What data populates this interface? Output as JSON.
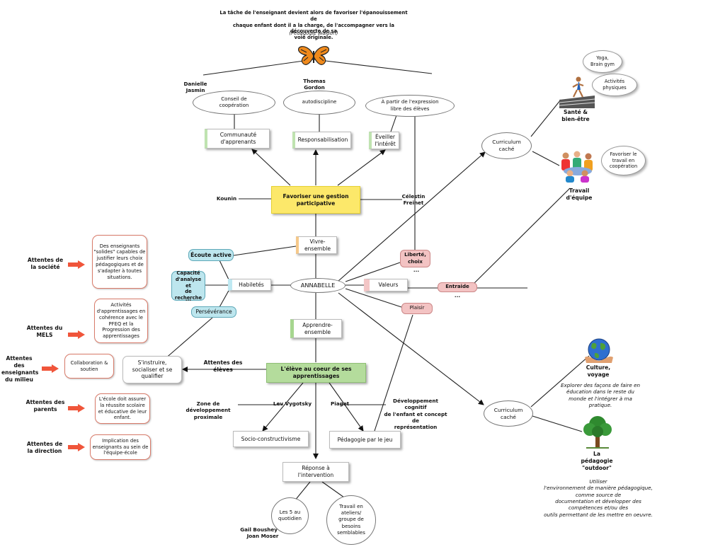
{
  "colors": {
    "arrow_red": "#f0553a",
    "yellow": "#fce86a",
    "green": "#b4dc9c",
    "cyan": "#bde6ee",
    "pink": "#f3c3c3"
  },
  "quote": {
    "text": "La tâche de l'enseignant devient alors de favoriser l'épanouissement de\nchaque enfant dont il a la charge, de l'accompagner vers la découverte de sa\nvoie originale.",
    "source": "(Pédagogie Waldorf)"
  },
  "icons": {
    "butterfly": "butterfly-icon",
    "runner": "runner-icon",
    "team": "team-icon",
    "globe": "globe-icon",
    "tree": "tree-icon"
  },
  "names": {
    "danielle": "Danielle\nJasmin",
    "thomas": "Thomas\nGordon",
    "kounin": "Kounin",
    "celestin": "Célestin\nFreinet",
    "vygotsky": "Lev Vygotsky",
    "piaget": "Piaget",
    "boushey": "Gail Boushey et\nJoan Moser"
  },
  "ellipses": {
    "conseil": "Conseil de\ncoopération",
    "autodiscipline": "autodiscipline",
    "expression": "À partir de l'expression\nlibre des élèves",
    "annabelle": "ANNABELLE",
    "curriculum1": "Curriculum\ncaché",
    "curriculum2": "Curriculum\ncaché",
    "cinq": "Les 5 au\nquotidien",
    "ateliers": "Travail en\nateliers/\ngroupe de\nbesoins\nsemblables"
  },
  "boxes": {
    "communaute": "Communauté\nd'apprenants",
    "responsabilisation": "Responsabilisation",
    "eveiller": "Éveiller\nl'intérêt",
    "favoriser": "Favoriser une gestion\nparticipative",
    "vivre": "Vivre-\nensemble",
    "habiletes": "Habiletés",
    "valeurs": "Valeurs",
    "apprendre": "Apprendre-\nensemble",
    "eleve": "L'élève au coeur de ses\napprentissages",
    "socio": "Socio-constructivisme",
    "jeu": "Pédagogie par le jeu",
    "reponse": "Réponse à\nl'intervention",
    "instruire": "S'instruire,\nsocialiser et se\nqualifier"
  },
  "tags": {
    "ecoute": "Écoute active",
    "capacite": "Capacité\nd'analyse et\nde\nrecherche",
    "perseverance": "Persévérance",
    "liberte": "Liberté,\nchoix",
    "entraide": "Entraide",
    "plaisir": "Plaisir"
  },
  "ellipsis_marks": {
    "liberte": "...",
    "capacite": "...",
    "entraide": "..."
  },
  "attentes": [
    {
      "label": "Attentes de\nla société",
      "box": "Des enseignants\n\"solides\" capables de\njustifier leurs choix\npédagogiques et de\ns'adapter à toutes\nsituations."
    },
    {
      "label": "Attentes du\nMELS",
      "box": "Activités\nd'apprentissages en\ncohérence avec le\nPFEQ et la\nProgression des\napprentissages"
    },
    {
      "label": "Attentes\ndes\nenseignants\ndu milieu",
      "box": "Collaboration &\nsoutien"
    },
    {
      "label": "Attentes des\nparents",
      "box": "L'école doit assurer\nla réussite scolaire\net éducative de leur\nenfant."
    },
    {
      "label": "Attentes de\nla direction",
      "box": "Implication des\nenseignants au sein de\nl'équipe-école"
    }
  ],
  "labels": {
    "attentes_eleves": "Attentes des\nélèves",
    "zone": "Zone de développement\nproximale",
    "developpement": "Développement cognitif\nde l'enfant et concept de\nreprésentation",
    "sante": "Santé &\nbien-être",
    "travail_equipe": "Travail\nd'équipe",
    "culture": "Culture,\nvoyage",
    "culture_desc": "Explorer des façons de faire en\néducation dans le reste du\nmonde et l'intégrer à ma\npratique.",
    "outdoor": "La\npédagogie\n\"outdoor\"",
    "outdoor_desc": "Utiliser\nl'environnement de manière pédagogique,\ncomme source de\ndocumentation et développer des\ncompétences et/ou des\noutils permettant de les mettre en oeuvre."
  },
  "clouds": {
    "yoga": "Yoga,\nBrain gym",
    "activites": "Activités\nphysiques",
    "cooperation": "Favoriser le\ntravail en\ncoopération"
  }
}
